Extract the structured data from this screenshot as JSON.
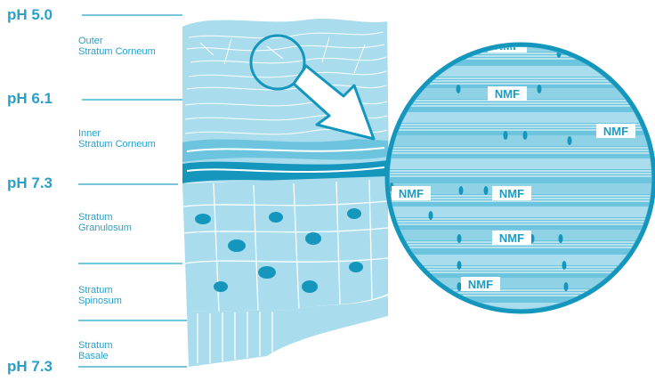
{
  "ph_markers": [
    {
      "label": "pH 5.0"
    },
    {
      "label": "pH 6.1"
    },
    {
      "label": "pH 7.3"
    },
    {
      "label": "pH 7.3"
    }
  ],
  "layers": [
    {
      "line1": "Outer",
      "line2": "Stratum Corneum"
    },
    {
      "line1": "Inner",
      "line2": "Stratum Corneum"
    },
    {
      "line1": "Stratum",
      "line2": "Granulosum"
    },
    {
      "line1": "Stratum",
      "line2": "Spinosum"
    },
    {
      "line1": "Stratum",
      "line2": "Basale"
    }
  ],
  "magnified": {
    "label": "NMF",
    "count": 7
  },
  "colors": {
    "accent": "#2aa0c8",
    "skin_light": "#a9dcec",
    "skin_mid": "#6cc4de",
    "skin_dark": "#1596bd",
    "outline": "#ffffff"
  }
}
